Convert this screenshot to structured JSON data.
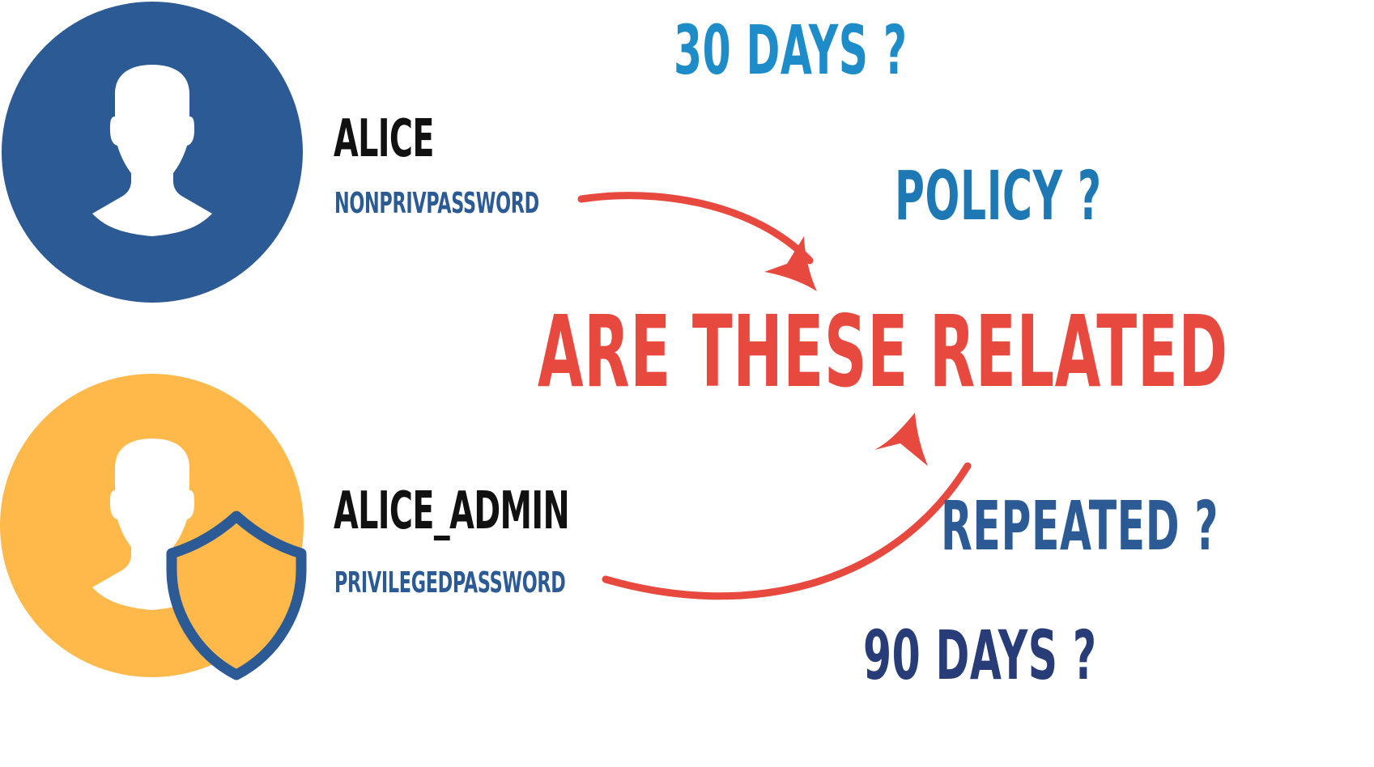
{
  "users": [
    {
      "name": "ALICE",
      "password": "NONPRIVPASSWORD",
      "circle_color": "#2B5A94",
      "password_color": "#2B5A94",
      "icon": "user-silhouette-icon"
    },
    {
      "name": "ALICE_ADMIN",
      "password": "PRIVILEGEDPASSWORD",
      "circle_color": "#FFB84A",
      "password_color": "#2B5A94",
      "icon": "user-silhouette-icon",
      "badge_icon": "shield-icon",
      "badge_color": "#2B5A94"
    }
  ],
  "headline": {
    "text": "ARE THESE RELATED",
    "color": "#E8493F"
  },
  "questions": [
    {
      "text": "30 DAYS ?",
      "color": "#1E8CC8"
    },
    {
      "text": "POLICY ?",
      "color": "#1E78B4"
    },
    {
      "text": "REPEATED ?",
      "color": "#2B5A94"
    },
    {
      "text": "90 DAYS ?",
      "color": "#283C78"
    }
  ],
  "arrow_color": "#E8493F"
}
